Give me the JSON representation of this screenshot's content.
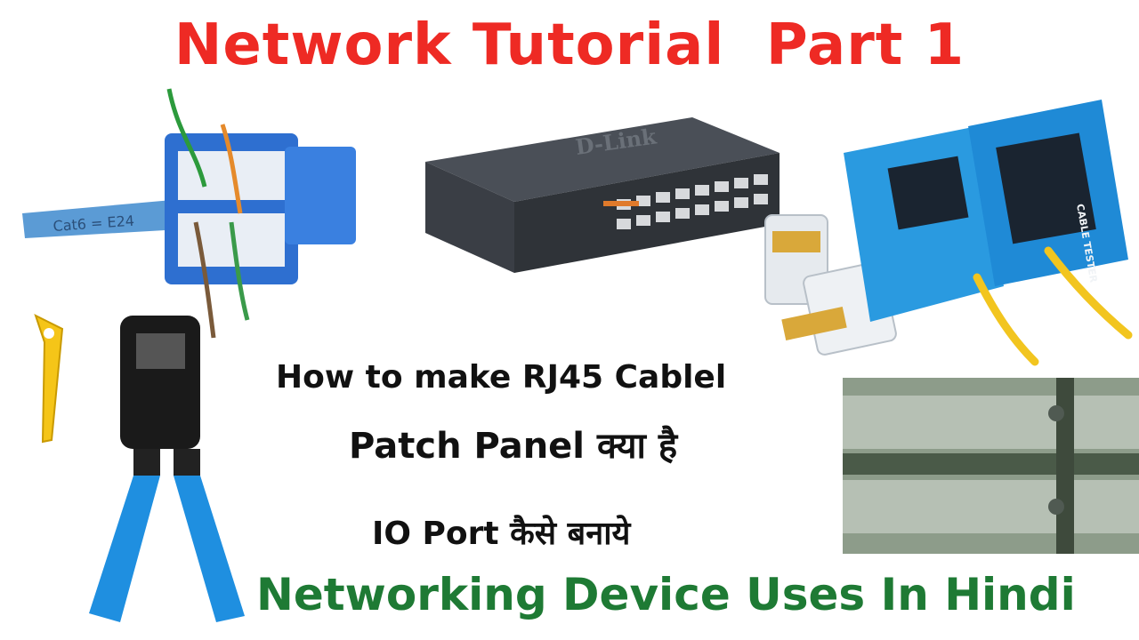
{
  "title": {
    "text": "Network Tutorial  Part 1",
    "color": "#ee2a24"
  },
  "captions": {
    "line1": "How to make RJ45 Cablel",
    "line2": "Patch Panel क्या है",
    "line3": "IO Port कैसे बनाये"
  },
  "footer": {
    "text": "Networking Device Uses In Hindi",
    "color": "#1e7a34"
  },
  "images": {
    "keystone_label": "Cat6 = E24",
    "switch_brand": "D-Link",
    "tester_label": "CABLE TESTER"
  },
  "icons": [
    "keystone-jack-icon",
    "network-switch-icon",
    "rj45-connector-icon",
    "cable-tester-icon",
    "cable-stripper-icon",
    "crimping-tool-icon",
    "patch-panel-icon"
  ]
}
